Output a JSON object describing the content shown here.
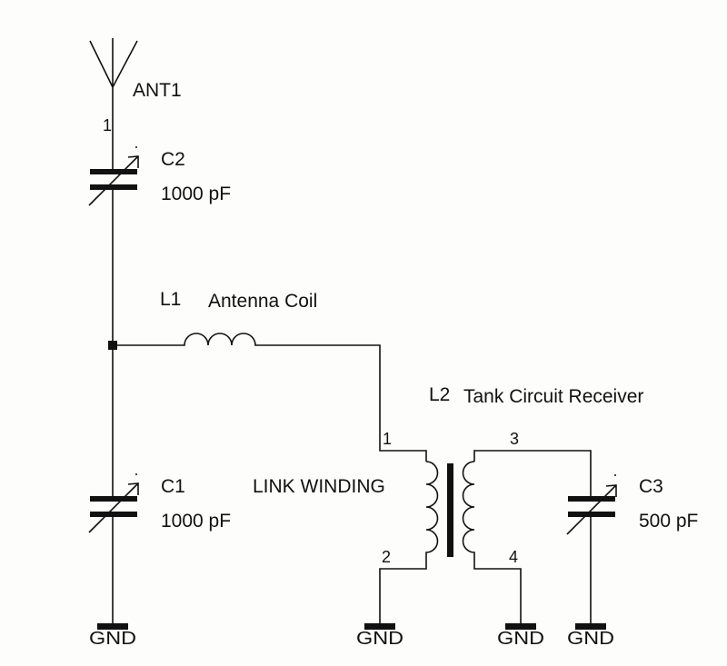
{
  "schematic": {
    "components": {
      "ant1": {
        "ref": "ANT1",
        "pin": "1"
      },
      "c2": {
        "ref": "C2",
        "value": "1000 pF"
      },
      "c1": {
        "ref": "C1",
        "value": "1000 pF"
      },
      "c3": {
        "ref": "C3",
        "value": "500 pF"
      },
      "l1": {
        "ref": "L1",
        "value": "Antenna Coil"
      },
      "l2": {
        "ref": "L2",
        "value": "Tank Circuit Receiver",
        "primary_label": "LINK WINDING",
        "pins": [
          "1",
          "2",
          "3",
          "4"
        ]
      }
    },
    "ground_label": "GND",
    "colors": {
      "ink": "#111111",
      "background": "#fdfdfb"
    }
  }
}
